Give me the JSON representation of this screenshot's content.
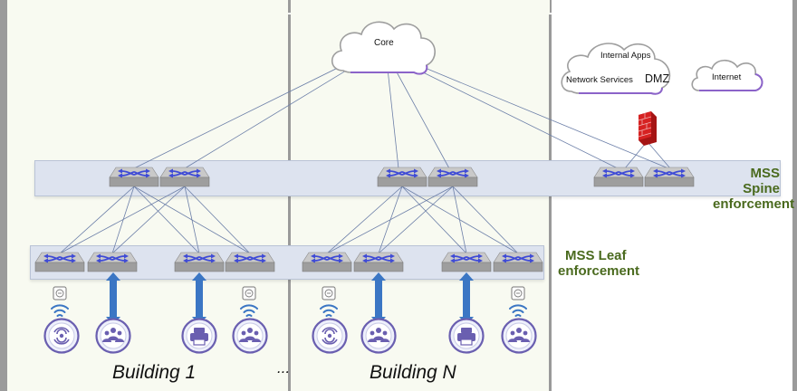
{
  "clouds": {
    "core": "Core",
    "internal_apps": "Internal Apps",
    "network_services": "Network Services",
    "dmz": "DMZ",
    "internet": "Internet"
  },
  "layers": {
    "spine": [
      "MSS Spine",
      "enforcement"
    ],
    "leaf": [
      "MSS Leaf",
      "enforcement"
    ]
  },
  "buildings": {
    "first": "Building 1",
    "ellipsis": "...",
    "last": "Building N"
  },
  "icons": {
    "switch": "switch-icon",
    "access_point": "wireless-access-point-icon",
    "users": "user-group-icon",
    "printer": "printer-icon",
    "firewall": "firewall-icon",
    "uplink": "uplink-arrow-icon"
  },
  "colors": {
    "band": "#dde3ef",
    "switch_body": "#9e9e9e",
    "switch_arrows": "#3f4bd6",
    "cloud_outline": "#8b63c9",
    "link_line": "#6c7fa8",
    "endpoint_ring": "#6a5fb0",
    "uplink_arrow": "#3b76c4",
    "firewall": "#c81e1e",
    "label_green": "#4a6a1e"
  }
}
